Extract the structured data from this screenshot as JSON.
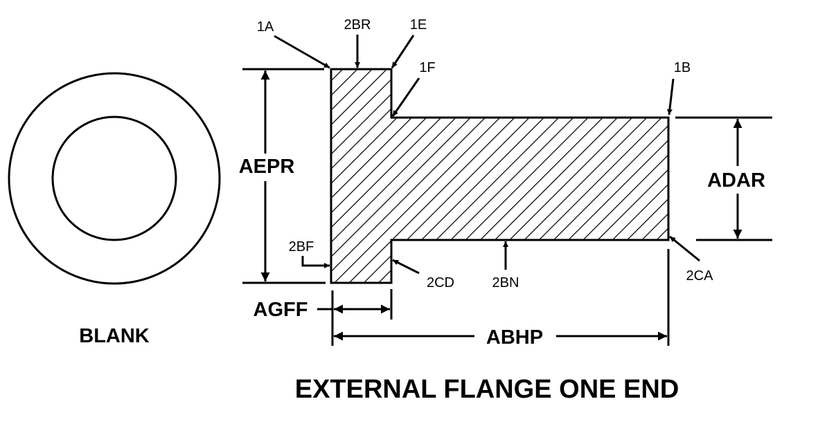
{
  "blank": {
    "label": "BLANK"
  },
  "title": "EXTERNAL FLANGE ONE END",
  "dimensions": {
    "aepr": "AEPR",
    "adar": "ADAR",
    "agff": "AGFF",
    "abhp": "ABHP"
  },
  "callouts": {
    "c1a": "1A",
    "c2br": "2BR",
    "c1e": "1E",
    "c1f": "1F",
    "c1b": "1B",
    "c2bf": "2BF",
    "c2cd": "2CD",
    "c2bn": "2BN",
    "c2ca": "2CA"
  }
}
